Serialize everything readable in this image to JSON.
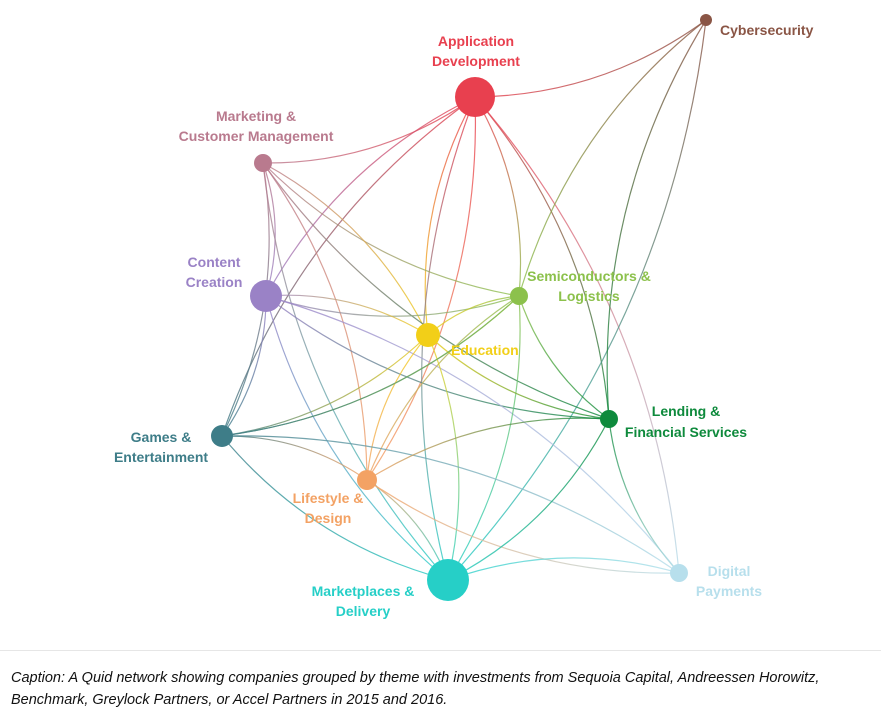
{
  "colors": {
    "app": "#e8404f",
    "cyber": "#8a5545",
    "marketing": "#b97a8e",
    "content": "#9a82c6",
    "semis": "#8cc14c",
    "education": "#f2cf18",
    "lending": "#0e8a3c",
    "games": "#3e7d88",
    "lifestyle": "#f3a264",
    "marketplaces": "#26cfc7",
    "payments": "#b7dfec"
  },
  "nodes": [
    {
      "id": "app",
      "label_lines": [
        "Application",
        "Development"
      ]
    },
    {
      "id": "cyber",
      "label_lines": [
        "Cybersecurity"
      ]
    },
    {
      "id": "marketing",
      "label_lines": [
        "Marketing &",
        "Customer Management"
      ]
    },
    {
      "id": "content",
      "label_lines": [
        "Content",
        "Creation"
      ]
    },
    {
      "id": "semis",
      "label_lines": [
        "Semiconductors &",
        "Logistics"
      ]
    },
    {
      "id": "education",
      "label_lines": [
        "Education"
      ]
    },
    {
      "id": "lending",
      "label_lines": [
        "Lending &",
        "Financial Services"
      ]
    },
    {
      "id": "games",
      "label_lines": [
        "Games &",
        "Entertainment"
      ]
    },
    {
      "id": "lifestyle",
      "label_lines": [
        "Lifestyle &",
        "Design"
      ]
    },
    {
      "id": "marketplaces",
      "label_lines": [
        "Marketplaces &",
        "Delivery"
      ]
    },
    {
      "id": "payments",
      "label_lines": [
        "Digital",
        "Payments"
      ]
    }
  ],
  "edges": [
    [
      "app",
      "cyber"
    ],
    [
      "app",
      "marketing"
    ],
    [
      "app",
      "content"
    ],
    [
      "app",
      "semis"
    ],
    [
      "app",
      "education"
    ],
    [
      "app",
      "lending"
    ],
    [
      "app",
      "games"
    ],
    [
      "app",
      "lifestyle"
    ],
    [
      "app",
      "marketplaces"
    ],
    [
      "app",
      "payments"
    ],
    [
      "cyber",
      "semis"
    ],
    [
      "cyber",
      "marketplaces"
    ],
    [
      "cyber",
      "lending"
    ],
    [
      "marketing",
      "content"
    ],
    [
      "marketing",
      "semis"
    ],
    [
      "marketing",
      "education"
    ],
    [
      "marketing",
      "lending"
    ],
    [
      "marketing",
      "games"
    ],
    [
      "marketing",
      "marketplaces"
    ],
    [
      "marketing",
      "lifestyle"
    ],
    [
      "content",
      "semis"
    ],
    [
      "content",
      "education"
    ],
    [
      "content",
      "lending"
    ],
    [
      "content",
      "games"
    ],
    [
      "content",
      "marketplaces"
    ],
    [
      "content",
      "payments"
    ],
    [
      "semis",
      "education"
    ],
    [
      "semis",
      "games"
    ],
    [
      "semis",
      "lifestyle"
    ],
    [
      "semis",
      "marketplaces"
    ],
    [
      "semis",
      "lending"
    ],
    [
      "education",
      "games"
    ],
    [
      "education",
      "lifestyle"
    ],
    [
      "education",
      "marketplaces"
    ],
    [
      "education",
      "lending"
    ],
    [
      "games",
      "lifestyle"
    ],
    [
      "games",
      "marketplaces"
    ],
    [
      "games",
      "payments"
    ],
    [
      "games",
      "semis"
    ],
    [
      "lifestyle",
      "marketplaces"
    ],
    [
      "lifestyle",
      "payments"
    ],
    [
      "lifestyle",
      "lending"
    ],
    [
      "marketplaces",
      "lending"
    ],
    [
      "marketplaces",
      "payments"
    ],
    [
      "lending",
      "payments"
    ]
  ],
  "caption": "Caption: A Quid network showing companies grouped by theme with investments from Sequoia Capital, Andreessen Horowitz, Benchmark, Greylock Partners, or Accel Partners in 2015 and 2016."
}
